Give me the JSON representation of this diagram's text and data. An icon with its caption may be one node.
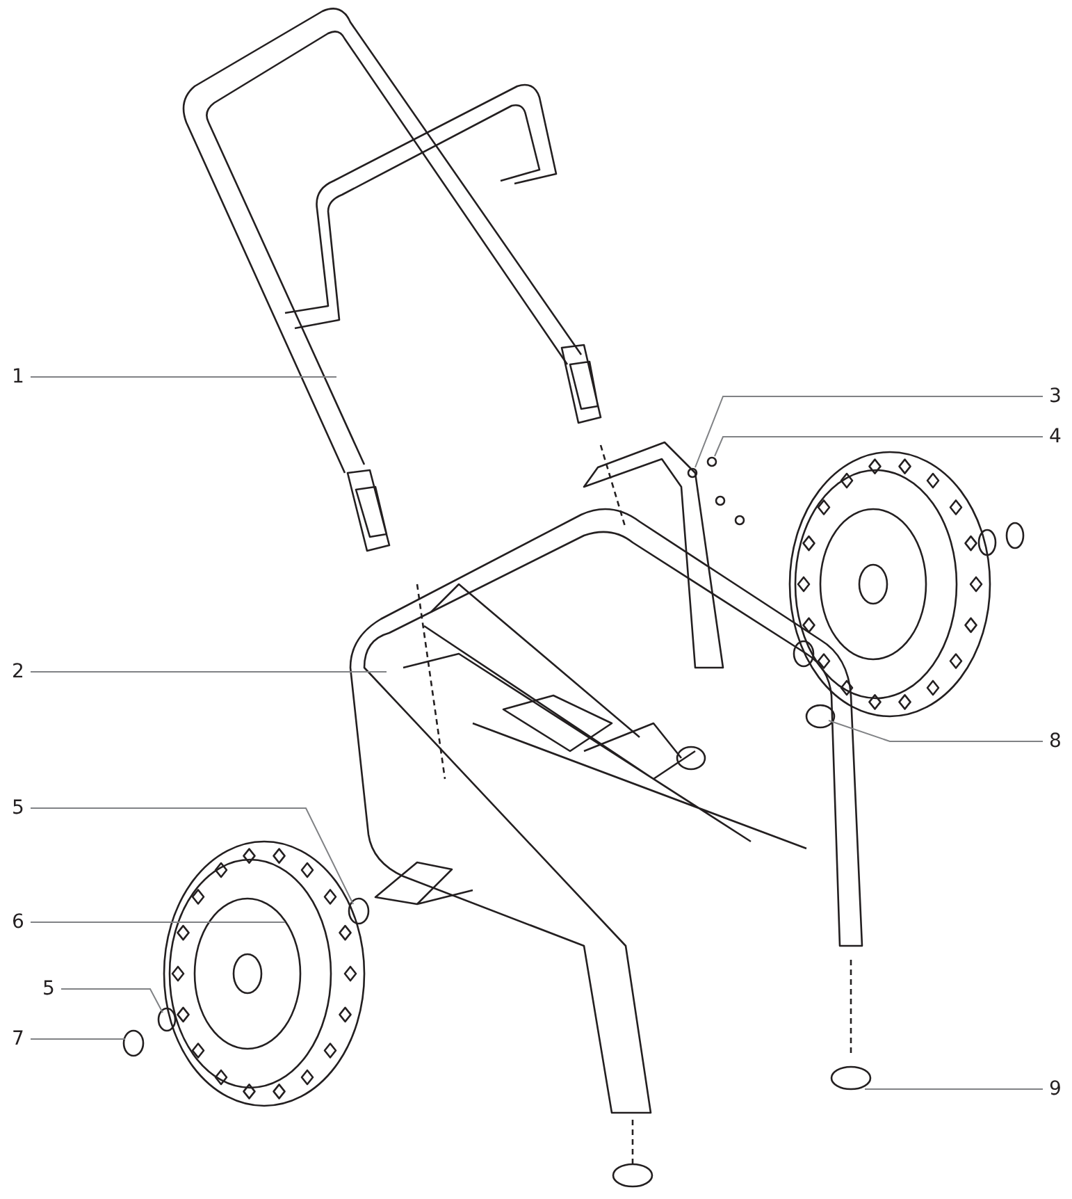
{
  "diagram": {
    "nodes": [
      {
        "text": [
          "1"
        ]
      },
      {
        "text": [
          "3"
        ]
      },
      {
        "text": [
          "4"
        ]
      },
      {
        "text": [
          "2"
        ]
      },
      {
        "text": [
          "8"
        ]
      },
      {
        "text": [
          "5"
        ]
      },
      {
        "text": [
          "6"
        ]
      },
      {
        "text": [
          "5"
        ]
      },
      {
        "text": [
          "7"
        ]
      },
      {
        "text": [
          "9"
        ]
      }
    ],
    "edges": [
      {
        "from": 0,
        "to": null,
        "arrow": "none"
      },
      {
        "from": 1,
        "to": null,
        "arrow": "none"
      },
      {
        "from": 2,
        "to": null,
        "arrow": "none"
      },
      {
        "from": 3,
        "to": null,
        "arrow": "none"
      },
      {
        "from": 4,
        "to": null,
        "arrow": "none"
      },
      {
        "from": 5,
        "to": null,
        "arrow": "none"
      },
      {
        "from": 6,
        "to": null,
        "arrow": "none"
      },
      {
        "from": 7,
        "to": null,
        "arrow": "none"
      },
      {
        "from": 8,
        "to": null,
        "arrow": "none"
      },
      {
        "from": 9,
        "to": null,
        "arrow": "none"
      }
    ]
  }
}
